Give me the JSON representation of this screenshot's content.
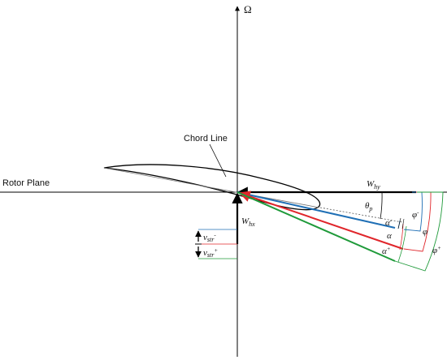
{
  "labels": {
    "omega": "Ω",
    "chord_line": "Chord Line",
    "rotor_plane": "Rotor Plane",
    "w_hy": {
      "base": "W",
      "sub": "hy"
    },
    "w_hx": {
      "base": "W",
      "sub": "hx"
    },
    "theta_p": {
      "base": "θ",
      "sub": "p"
    },
    "v_str_minus": {
      "base": "v",
      "sub": "str",
      "sup": "-"
    },
    "v_str_plus": {
      "base": "v",
      "sub": "str",
      "sup": "+"
    },
    "alpha_minus": {
      "base": "α",
      "sup": "-"
    },
    "alpha": {
      "base": "α"
    },
    "alpha_plus": {
      "base": "α",
      "sup": "+"
    },
    "phi_minus": {
      "base": "φ",
      "sup": "-"
    },
    "phi": {
      "base": "φ"
    },
    "phi_plus": {
      "base": "φ",
      "sup": "+"
    }
  },
  "colors": {
    "axes": "#000000",
    "blue": "#1f6fb5",
    "red": "#e0262b",
    "green": "#1f9a3a",
    "chord": "#777777",
    "dashed": "#555555"
  }
}
